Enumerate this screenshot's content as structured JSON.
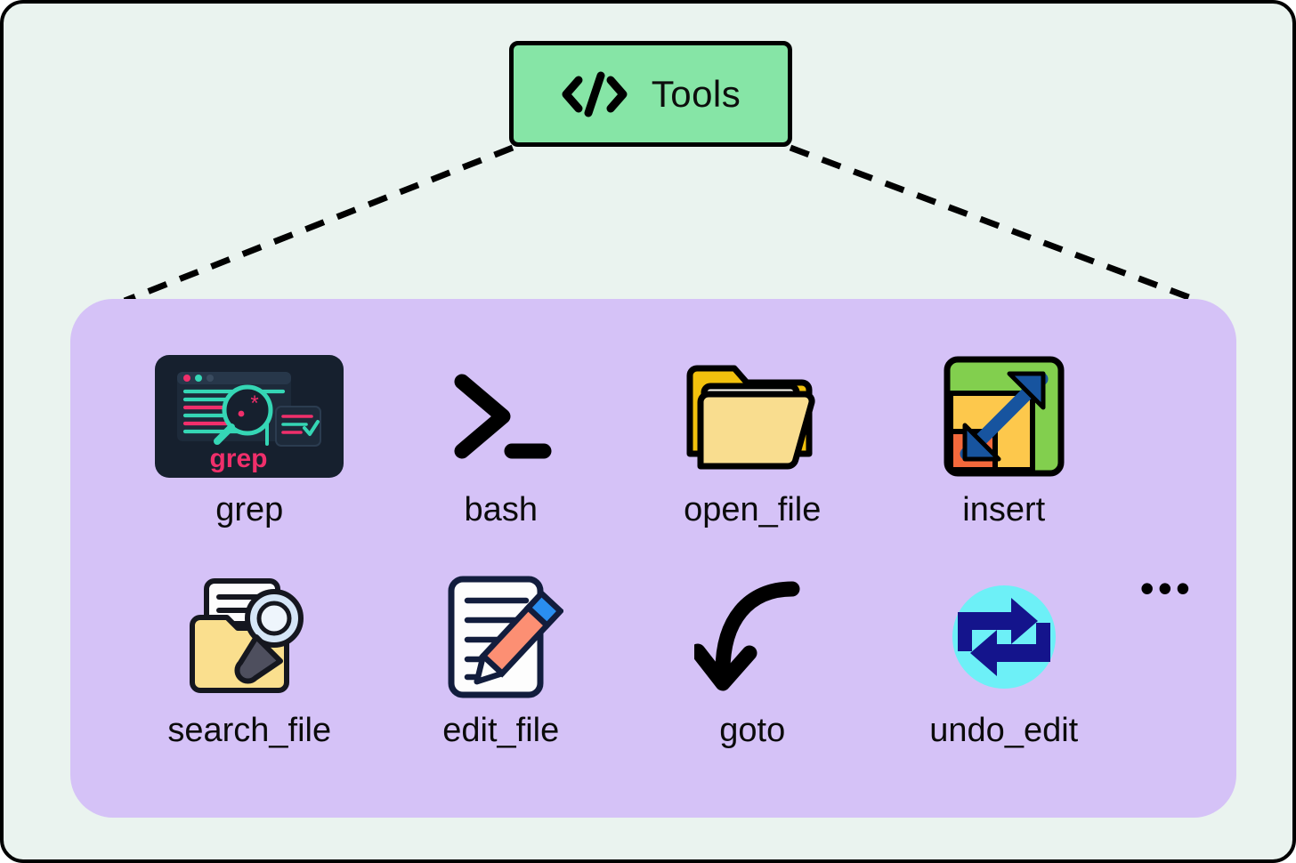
{
  "canvas": {
    "background": "#eaf3ef",
    "border_color": "#000000"
  },
  "header": {
    "title": "Tools",
    "icon": "code-brackets-icon",
    "background": "#86e5a6",
    "border_color": "#000000"
  },
  "panel": {
    "background": "#d5c2f7",
    "more_indicator": "•••"
  },
  "connectors": {
    "style": "dashed",
    "color": "#000000"
  },
  "tools": [
    {
      "label": "grep",
      "icon": "grep-terminal-search-icon"
    },
    {
      "label": "bash",
      "icon": "bash-prompt-icon"
    },
    {
      "label": "open_file",
      "icon": "open-folder-icon"
    },
    {
      "label": "insert",
      "icon": "insert-resize-arrow-icon"
    },
    {
      "label": "search_file",
      "icon": "folder-magnifier-icon"
    },
    {
      "label": "edit_file",
      "icon": "document-pencil-icon"
    },
    {
      "label": "goto",
      "icon": "curved-down-arrow-icon"
    },
    {
      "label": "undo_edit",
      "icon": "undo-repeat-arrows-icon"
    }
  ]
}
